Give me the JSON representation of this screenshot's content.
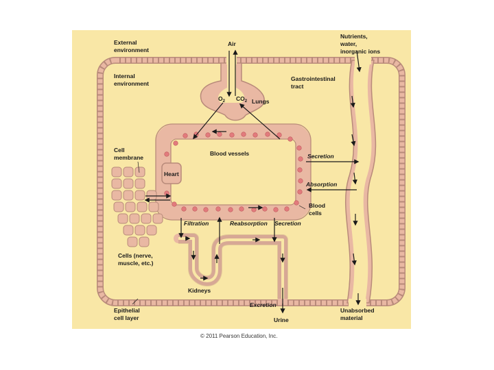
{
  "colors": {
    "background": "#ffffff",
    "environment": "#f9e7a6",
    "tissue": "#e9b8a3",
    "tissue_edge": "#b88a7a",
    "lumen": "#ffffff",
    "blood_cell": "#e27b7d",
    "arrow": "#1a1a1a"
  },
  "labels": {
    "external_environment_1": "External",
    "external_environment_2": "environment",
    "internal_environment_1": "Internal",
    "internal_environment_2": "environment",
    "air": "Air",
    "o2": "O",
    "o2_sub": "2",
    "co2": "CO",
    "co2_sub": "2",
    "lungs": "Lungs",
    "nutrients_1": "Nutrients,",
    "nutrients_2": "water,",
    "nutrients_3": "inorganic ions",
    "gi_tract_1": "Gastrointestinal",
    "gi_tract_2": "tract",
    "cell_membrane_1": "Cell",
    "cell_membrane_2": "membrane",
    "blood_vessels": "Blood vessels",
    "heart": "Heart",
    "secretion_gi": "Secretion",
    "absorption": "Absorption",
    "blood_cells_1": "Blood",
    "blood_cells_2": "cells",
    "filtration": "Filtration",
    "reabsorption": "Reabsorption",
    "secretion_kidney": "Secretion",
    "cells_1": "Cells (nerve,",
    "cells_2": "muscle, etc.)",
    "kidneys": "Kidneys",
    "excretion": "Excretion",
    "urine": "Urine",
    "epithelial_1": "Epithelial",
    "epithelial_2": "cell layer",
    "unabsorbed_1": "Unabsorbed",
    "unabsorbed_2": "material",
    "copyright": "© 2011 Pearson Education, Inc."
  }
}
